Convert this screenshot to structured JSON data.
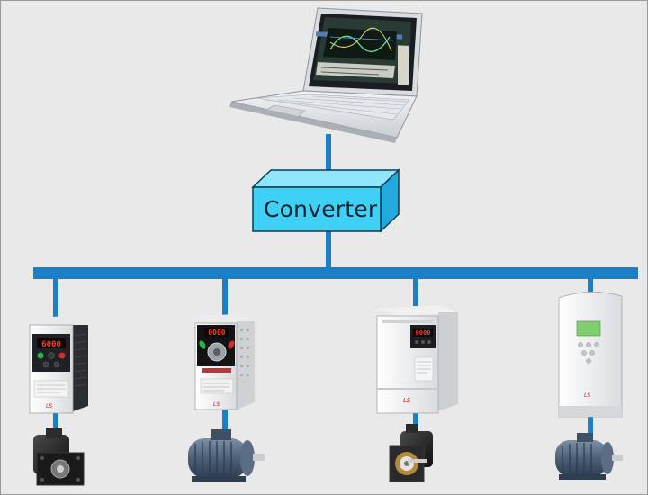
{
  "converter": {
    "label": "Converter"
  },
  "drive_displays": {
    "drive_1": "6000",
    "drive_2": "0000",
    "drive_3": "0000"
  },
  "brand": "LS",
  "colors": {
    "background": "#e9e9e9",
    "bus_line": "#1a7fc6",
    "converter_front": "#3fd0f6",
    "converter_top": "#8fe6fb",
    "converter_side": "#22a9dd"
  }
}
